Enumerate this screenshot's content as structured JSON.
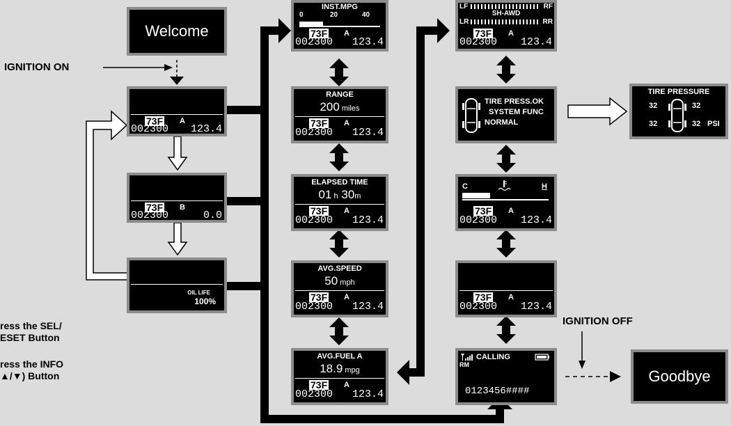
{
  "labels": {
    "ignition_on": "IGNITION ON",
    "ignition_off": "IGNITION OFF",
    "sel_reset_line1": "ress the SEL/",
    "sel_reset_line2": "ESET Button",
    "info_line1": "ress the INFO",
    "info_line2": "▲/▼) Button"
  },
  "welcome": "Welcome",
  "goodbye": "Goodbye",
  "common": {
    "temp": "73F",
    "odo": "002300",
    "trip": "123.4",
    "mode_a": "A"
  },
  "col1": {
    "screen_b": {
      "mode": "B",
      "trip": "0.0"
    },
    "oil_label": "OIL LIFE",
    "oil_value": "100%"
  },
  "col2": {
    "inst_mpg": {
      "title": "INST.MPG",
      "ticks": [
        "0",
        "20",
        "40"
      ]
    },
    "range": {
      "title": "RANGE",
      "value": "200",
      "unit": "miles"
    },
    "elapsed": {
      "title": "ELAPSED TIME",
      "hours": "01",
      "h": "h",
      "minutes": "30",
      "m": "m"
    },
    "avg_speed": {
      "title": "AVG.SPEED",
      "value": "50",
      "unit": "mph"
    },
    "avg_fuel": {
      "title": "AVG.FUEL A",
      "value": "18.9",
      "unit": "mpg"
    }
  },
  "col3": {
    "awd": {
      "lf": "LF",
      "rf": "RF",
      "lr": "LR",
      "rr": "RR",
      "title": "SH-AWD"
    },
    "tire": {
      "line1": "TIRE PRESS.OK",
      "line2": "SYSTEM FUNC",
      "line3": "NORMAL"
    },
    "temp_gauge": {
      "c": "C",
      "h": "H"
    },
    "phone": {
      "calling": "CALLING",
      "rm": "RM",
      "number": "0123456####"
    }
  },
  "tire_pressure": {
    "title": "TIRE PRESSURE",
    "fl": "32",
    "fr": "32",
    "rl": "32",
    "rr": "32",
    "unit": "PSI"
  },
  "colors": {
    "background": "#dcdcdc",
    "screen": "#000000",
    "bezel": "#8c8c8c",
    "arrow": "#000000"
  }
}
